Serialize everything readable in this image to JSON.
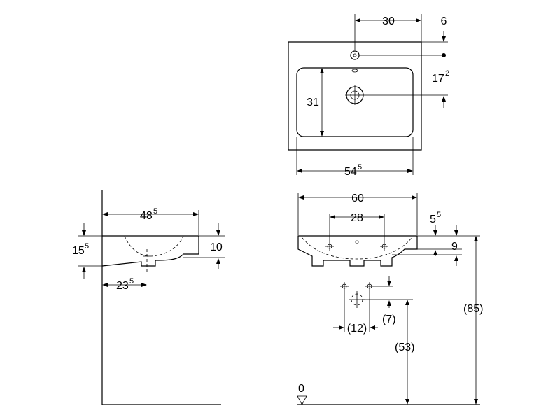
{
  "top_view": {
    "dim_30": "30",
    "dim_6": "6",
    "dim_17": "17",
    "dim_17_sup": "2",
    "dim_31": "31",
    "dim_54": "54",
    "dim_54_sup": "5"
  },
  "side_view": {
    "dim_48": "48",
    "dim_48_sup": "5",
    "dim_15": "15",
    "dim_15_sup": "5",
    "dim_10": "10",
    "dim_23": "23",
    "dim_23_sup": "5"
  },
  "front_view": {
    "dim_60": "60",
    "dim_28": "28",
    "dim_5": "5",
    "dim_5_sup": "5",
    "dim_9": "9",
    "dim_85": "(85)",
    "dim_12": "(12)",
    "dim_7": "(7)",
    "dim_53": "(53)",
    "floor_level": "0"
  }
}
